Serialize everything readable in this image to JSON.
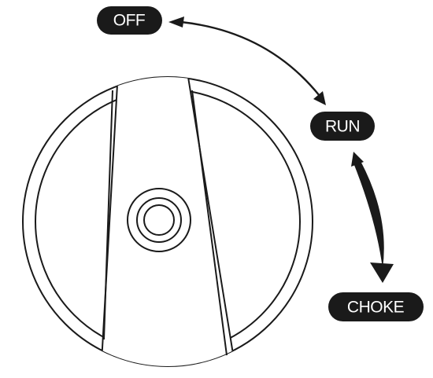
{
  "labels": {
    "off": "OFF",
    "run": "RUN",
    "choke": "CHOKE"
  },
  "colors": {
    "ink": "#1a1a1a",
    "paper": "#ffffff",
    "label_text": "#ffffff"
  }
}
